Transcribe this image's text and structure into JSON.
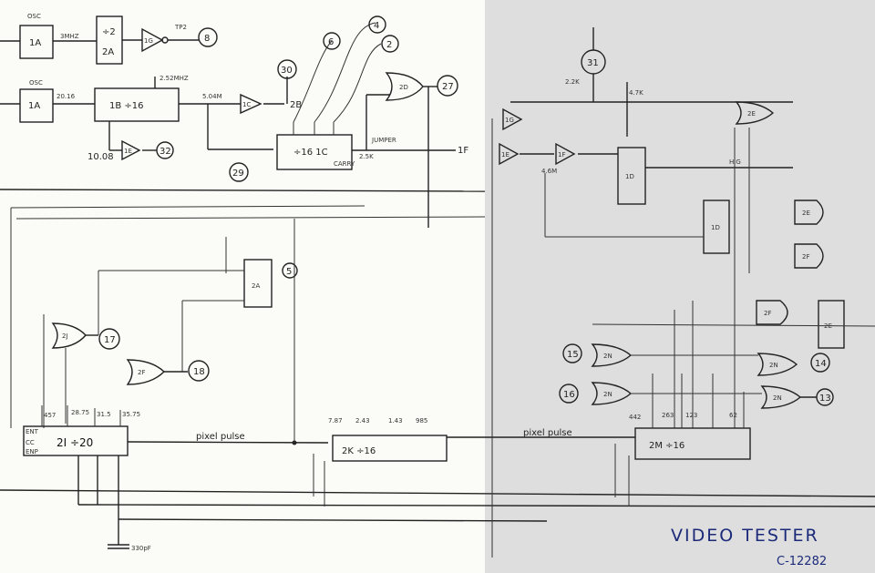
{
  "title": "VIDEO TESTER",
  "drawing_number": "C-12282",
  "left": {
    "osc_label": "OSC",
    "osc1_chip": "1A",
    "freq_3mhz": "3MHZ",
    "div2_top": "÷2",
    "div2_chip": "2A",
    "gate_1g": "1G",
    "tp2": "TP2",
    "tp_8": "8",
    "osc2_chip": "1A",
    "freq_20": "20.16",
    "div16_1b": "1B ÷16",
    "freq_252": "2.52MHZ",
    "freq_504": "5.04M",
    "gate_1c": "1C",
    "pin_2b": "2B",
    "tp_30": "30",
    "freq_1008": "10.08",
    "gate_1e": "1E",
    "tp_32": "32",
    "tp_29": "29",
    "div16_1c": "÷16 1C",
    "carry": "CARRY",
    "jumper": "JUMPER",
    "res_25k": "2.5K",
    "out_1f": "1F",
    "tp_6": "6",
    "tp_4": "4",
    "tp_2": "2",
    "gate_2d": "2D",
    "tp_27": "27",
    "ff_2a": "2A",
    "tp_5": "5",
    "gate_2j": "2J",
    "gate_2f": "2F",
    "tp_17": "17",
    "tp_18": "18",
    "div20_chip": "2I ÷20",
    "pin_ent": "ENT",
    "pin_cc": "CC",
    "pin_enp": "ENP",
    "tap_457": "457",
    "tap_2875": "28.75",
    "tap_315": "31.5",
    "tap_3575": "35.75",
    "pixel_pulse": "pixel pulse",
    "div16_2k": "2K ÷16",
    "tap_787": "7.87",
    "tap_243": "2.43",
    "tap_143": "1.43",
    "tap_985": "985",
    "cap": "330pF"
  },
  "right": {
    "tp_31": "31",
    "res_22k": "2.2K",
    "res_47k": "4.7K",
    "gate_1g": "1G",
    "gate_1e": "1E",
    "gate_1f": "1F",
    "freq_46": "4.6M",
    "ff_1d": "1D",
    "ff_1d_b": "1D",
    "hg": "H.G",
    "gate_2e": "2E",
    "gate_2f_a": "2F",
    "gate_2f_b": "2F",
    "ff_2e": "2E",
    "gate_top": "2E",
    "tp_15": "15",
    "tp_16": "16",
    "tp_14": "14",
    "tp_13": "13",
    "gate_2n": "2N",
    "div16_2m": "2M ÷16",
    "tap_442": "442",
    "tap_263": "263",
    "tap_123": "123",
    "tap_62": "62",
    "pixel_pulse": "pixel pulse"
  }
}
